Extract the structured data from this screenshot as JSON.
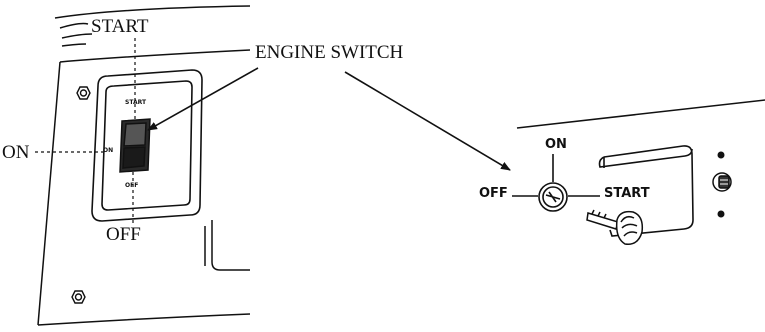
{
  "labels": {
    "start_left": "START",
    "engine_switch": "ENGINE SWITCH",
    "on_left": "ON",
    "off_left": "OFF",
    "start_small": "START",
    "on_small": "ON",
    "off_small": "OFF",
    "on_right": "ON",
    "off_right": "OFF",
    "start_right": "START"
  },
  "colors": {
    "line": "#111111",
    "background": "#ffffff"
  }
}
